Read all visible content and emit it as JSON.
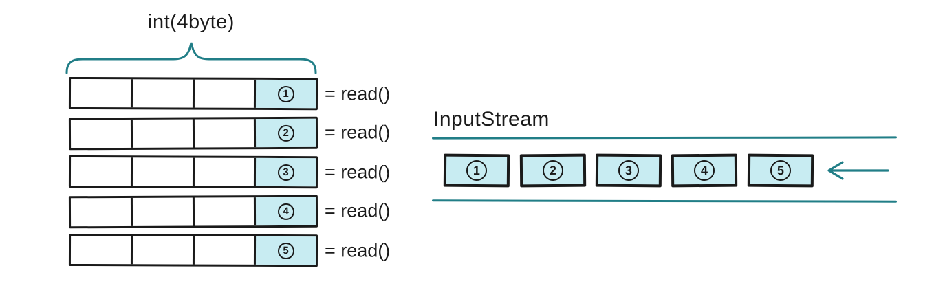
{
  "colors": {
    "teal": "#217e87",
    "cell_fill": "#c8ecf2",
    "ink": "#1a1a1a",
    "background": "#ffffff"
  },
  "byte_diagram": {
    "brace_label": "int(4byte)",
    "cells_per_row": 4,
    "rows": [
      {
        "number": "1",
        "read_label": "= read()"
      },
      {
        "number": "2",
        "read_label": "= read()"
      },
      {
        "number": "3",
        "read_label": "= read()"
      },
      {
        "number": "4",
        "read_label": "= read()"
      },
      {
        "number": "5",
        "read_label": "= read()"
      }
    ]
  },
  "stream": {
    "title": "InputStream",
    "bytes": [
      {
        "number": "1"
      },
      {
        "number": "2"
      },
      {
        "number": "3"
      },
      {
        "number": "4"
      },
      {
        "number": "5"
      }
    ],
    "direction_icon": "left-arrow"
  }
}
